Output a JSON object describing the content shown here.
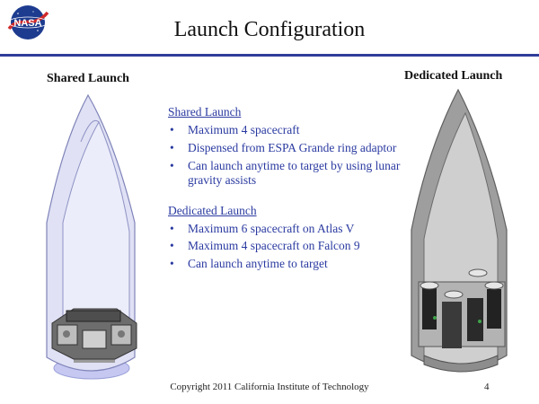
{
  "slide": {
    "title": "Launch Configuration",
    "page_number": "4",
    "copyright": "Copyright 2011 California Institute of Technology"
  },
  "logo": {
    "text": "NASA"
  },
  "labels": {
    "shared": "Shared Launch",
    "dedicated": "Dedicated Launch"
  },
  "sections": {
    "shared": {
      "heading": "Shared Launch",
      "bullets": [
        "Maximum 4 spacecraft",
        "Dispensed from ESPA Grande ring adaptor",
        "Can launch anytime to target by using lunar gravity assists"
      ]
    },
    "dedicated": {
      "heading": "Dedicated Launch",
      "bullets": [
        "Maximum 6 spacecraft on Atlas V",
        "Maximum 4 spacecraft on Falcon 9",
        "Can launch anytime to target"
      ]
    }
  },
  "colors": {
    "accent_blue": "#2a3aa0",
    "title_rule": "#2f3d9a"
  }
}
